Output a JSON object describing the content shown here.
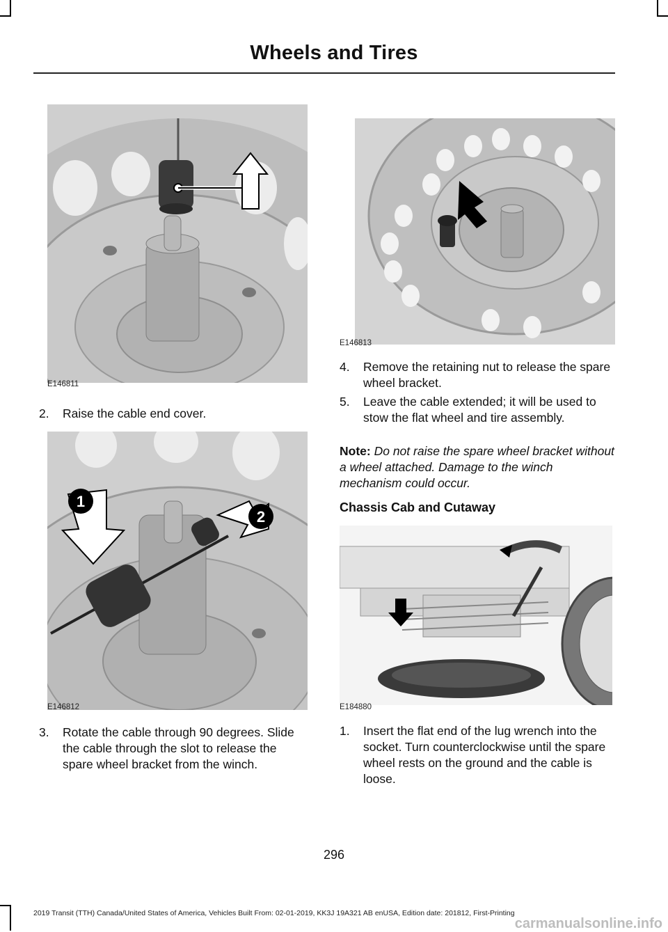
{
  "header": {
    "title": "Wheels and Tires"
  },
  "figures": [
    {
      "id": "E146811"
    },
    {
      "id": "E146812",
      "callouts": [
        "1",
        "2"
      ]
    },
    {
      "id": "E146813"
    },
    {
      "id": "E184880"
    }
  ],
  "left_column": {
    "step2": {
      "num": "2.",
      "text": "Raise the cable end cover."
    },
    "step3": {
      "num": "3.",
      "text": "Rotate the cable through 90 degrees. Slide the cable through the slot to release the spare wheel bracket from the winch."
    }
  },
  "right_column": {
    "step4": {
      "num": "4.",
      "text": "Remove the retaining nut to release the spare wheel bracket."
    },
    "step5": {
      "num": "5.",
      "text": "Leave the cable extended; it will be used to stow the flat wheel and tire assembly."
    },
    "note": {
      "label": "Note:",
      "text": "Do not raise the spare wheel bracket without a wheel attached.  Damage to the winch mechanism could occur."
    },
    "subheading": "Chassis Cab and Cutaway",
    "step1": {
      "num": "1.",
      "text": "Insert the flat end of the lug wrench into the socket. Turn counterclockwise until the spare wheel rests on the ground and the cable is loose."
    }
  },
  "page_number": "296",
  "footer": "2019 Transit (TTH) Canada/United States of America, Vehicles Built From: 02-01-2019, KK3J 19A321 AB enUSA, Edition date: 201812, First-Printing",
  "watermark": "carmanualsonline.info"
}
